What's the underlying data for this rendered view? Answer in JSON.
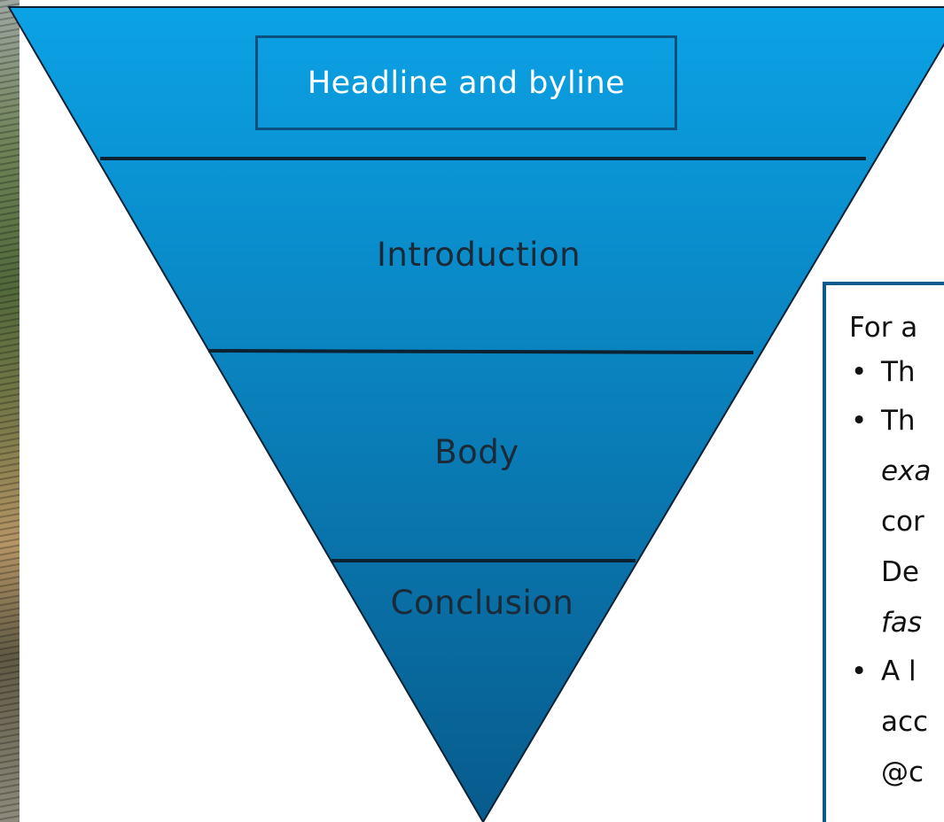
{
  "diagram": {
    "layers": [
      {
        "id": "headline",
        "label": "Headline and byline"
      },
      {
        "id": "introduction",
        "label": "Introduction"
      },
      {
        "id": "body",
        "label": "Body"
      },
      {
        "id": "conclusion",
        "label": "Conclusion"
      }
    ],
    "colors": {
      "funnel_top": "#0ba2e6",
      "funnel_bottom": "#085b8c",
      "divider": "#0c2233",
      "outline": "#0c2233",
      "headline_text": "#ffffff",
      "label_text": "#1b2a36",
      "panel_border": "#0b5a8e"
    }
  },
  "info_panel": {
    "intro": "For a",
    "bullets": [
      {
        "lines": [
          "Th"
        ]
      },
      {
        "lines": [
          "Th",
          "exa",
          "cor",
          "De",
          "fas"
        ]
      },
      {
        "lines": [
          "A l",
          "acc",
          "@c"
        ]
      }
    ]
  }
}
